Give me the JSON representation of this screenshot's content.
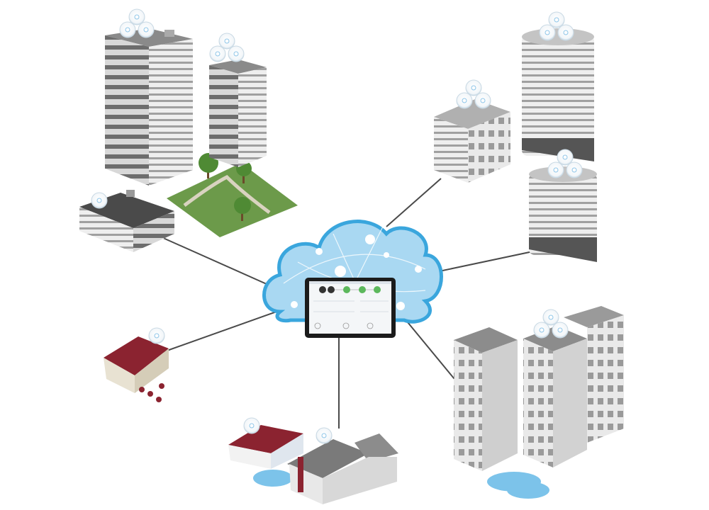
{
  "diagram": {
    "type": "cloud-managed network topology illustration",
    "colors": {
      "cloud": "#a9d8f2",
      "cloud_outline": "#3aa6dd",
      "connector": "#4a4a4a",
      "building_light": "#e6e6e6",
      "building_dark": "#8a8a8a",
      "roof_red": "#8b2330",
      "grass": "#6c9a4a",
      "water": "#7cc3ea",
      "dashboard_green": "#5cb85c"
    },
    "nodes": [
      {
        "id": "office-towers-park",
        "icon": "office-tower-icon"
      },
      {
        "id": "office-block",
        "icon": "office-building-icon"
      },
      {
        "id": "round-towers",
        "icon": "round-tower-icon"
      },
      {
        "id": "restaurant",
        "icon": "house-icon"
      },
      {
        "id": "homes",
        "icon": "house-icon"
      },
      {
        "id": "apartment-towers",
        "icon": "apartment-icon"
      }
    ],
    "center": {
      "icon": "cloud-icon",
      "device": "tablet-dashboard-icon"
    },
    "access_point_icon": "wifi-access-point-icon"
  }
}
